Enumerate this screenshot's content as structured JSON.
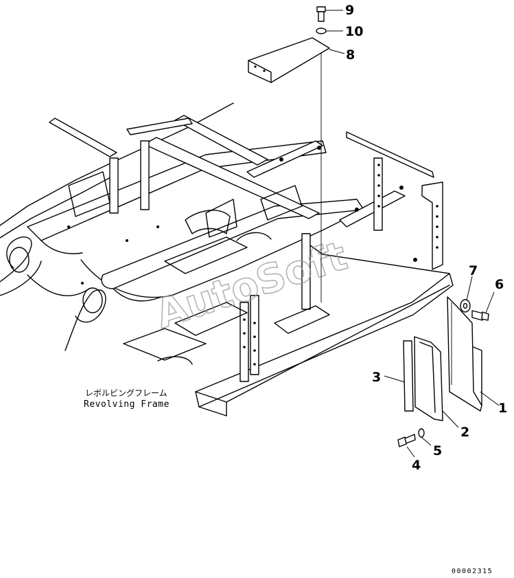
{
  "callouts": [
    "1",
    "2",
    "3",
    "4",
    "5",
    "6",
    "7",
    "8",
    "9",
    "10"
  ],
  "frame_label": {
    "japanese": "レボルビングフレーム",
    "english": "Revolving Frame"
  },
  "watermark": "AutoSoft",
  "document_number": "00002315"
}
